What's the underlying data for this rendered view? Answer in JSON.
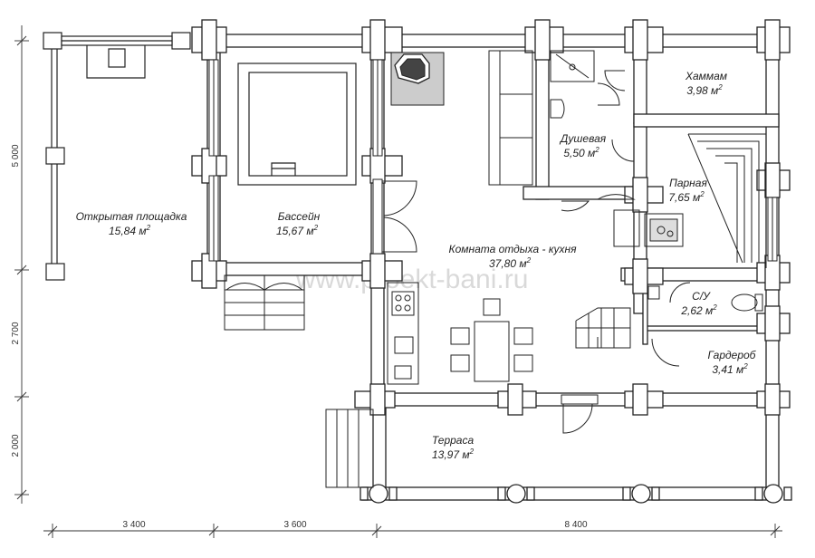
{
  "watermark": "www.proekt-bani.ru",
  "rooms": [
    {
      "name": "Хаммам",
      "area": "3,98 м"
    },
    {
      "name": "Душевая",
      "area": "5,50 м"
    },
    {
      "name": "Парная",
      "area": "7,65 м"
    },
    {
      "name": "Открытая площадка",
      "area": "15,84 м"
    },
    {
      "name": "Бассейн",
      "area": "15,67 м"
    },
    {
      "name": "Комната отдыха - кухня",
      "area": "37,80 м"
    },
    {
      "name": "С/У",
      "area": "2,62 м"
    },
    {
      "name": "Гардероб",
      "area": "3,41 м"
    },
    {
      "name": "Терраса",
      "area": "13,97 м"
    }
  ],
  "area_unit_superscript": "2",
  "dimensions": {
    "bottom": [
      "3 400",
      "3 600",
      "8 400"
    ],
    "left": [
      "5 000",
      "2 700",
      "2 000"
    ]
  }
}
